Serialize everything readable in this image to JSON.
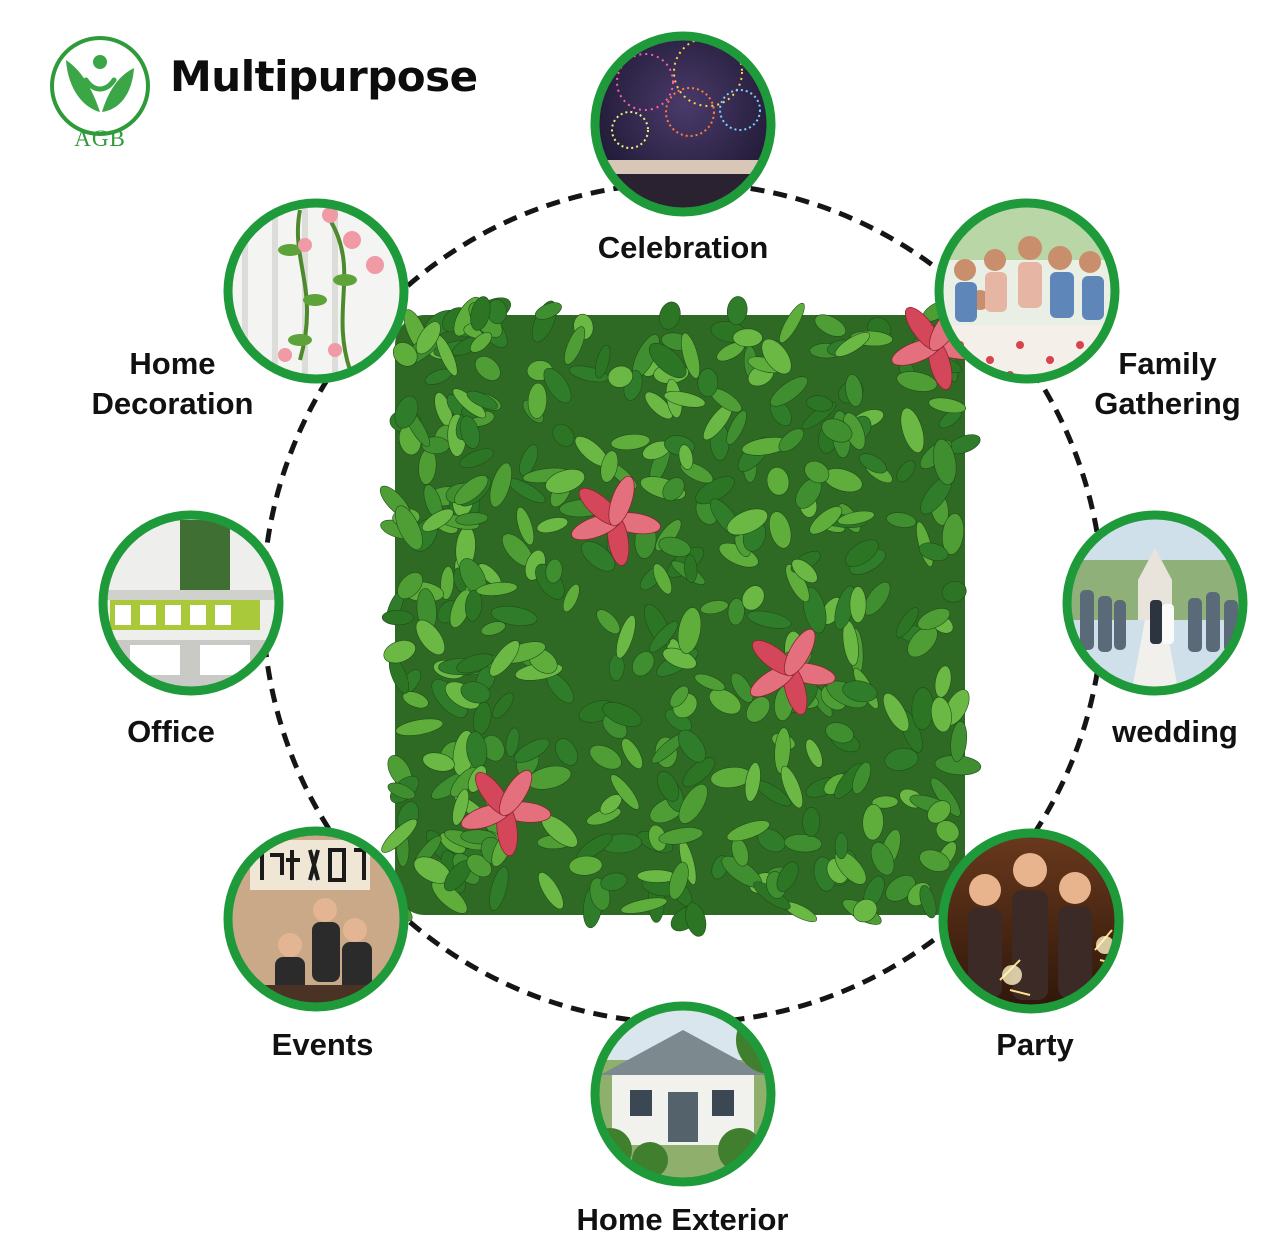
{
  "logo": {
    "icon": "leaf-person-logo-icon",
    "text": "AGB"
  },
  "title": "Multipurpose",
  "center": {
    "image": "artificial-hedge-panel"
  },
  "uses": [
    {
      "id": "celebration",
      "label": "Celebration",
      "image": "fireworks-photo"
    },
    {
      "id": "family-gathering",
      "label": "Family\nGathering",
      "image": "family-dinner-photo"
    },
    {
      "id": "wedding",
      "label": "wedding",
      "image": "wedding-aisle-photo"
    },
    {
      "id": "party",
      "label": "Party",
      "image": "party-sparklers-photo"
    },
    {
      "id": "home-exterior",
      "label": "Home Exterior",
      "image": "cottage-photo"
    },
    {
      "id": "events",
      "label": "Events",
      "image": "restaurant-event-photo"
    },
    {
      "id": "office",
      "label": "Office",
      "image": "office-interior-photo"
    },
    {
      "id": "home-decoration",
      "label": "Home\nDecoration",
      "image": "flower-vine-photo"
    }
  ],
  "colors": {
    "ring": "#1f9a3a",
    "dashed_circle": "#151515",
    "logo_green": "#2e9a3a",
    "leaf_dark": "#2f7d2a",
    "leaf_light": "#5fae3c",
    "leaf_red": "#d4475a"
  }
}
